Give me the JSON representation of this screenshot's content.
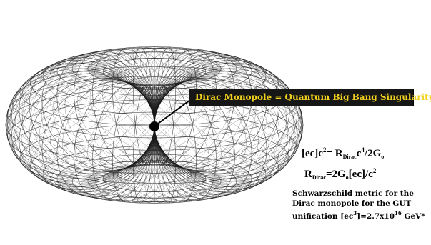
{
  "callout": {
    "text": "Dirac Monopole = Quantum Big Bang Singularity"
  },
  "equations": {
    "eq1": {
      "lhs": "[ec]c",
      "lhs_sup": "2",
      "eq": "= ",
      "r": "R",
      "r_sub": "Dirac",
      "mid": "c",
      "mid_sup": "4",
      "tail": "/2G",
      "tail_sub": "o"
    },
    "eq2": {
      "r": "R",
      "r_sub": "Dirac",
      "mid": "=2G",
      "mid_sub": "o",
      "tail": "[ec]/c",
      "tail_sup": "2"
    }
  },
  "caption": {
    "line1": "Schwarzschild metric for the",
    "line2": "Dirac monopole for the GUT",
    "line3_prefix": "unification [ec",
    "line3_sup1": "3",
    "line3_mid": "]=2.7x10",
    "line3_sup2": "16",
    "line3_suffix": " GeV*"
  },
  "colors": {
    "mesh": "#1a1a1a",
    "callout_bg": "#161616",
    "callout_text": "#f2d21e",
    "singularity": "#000000"
  }
}
